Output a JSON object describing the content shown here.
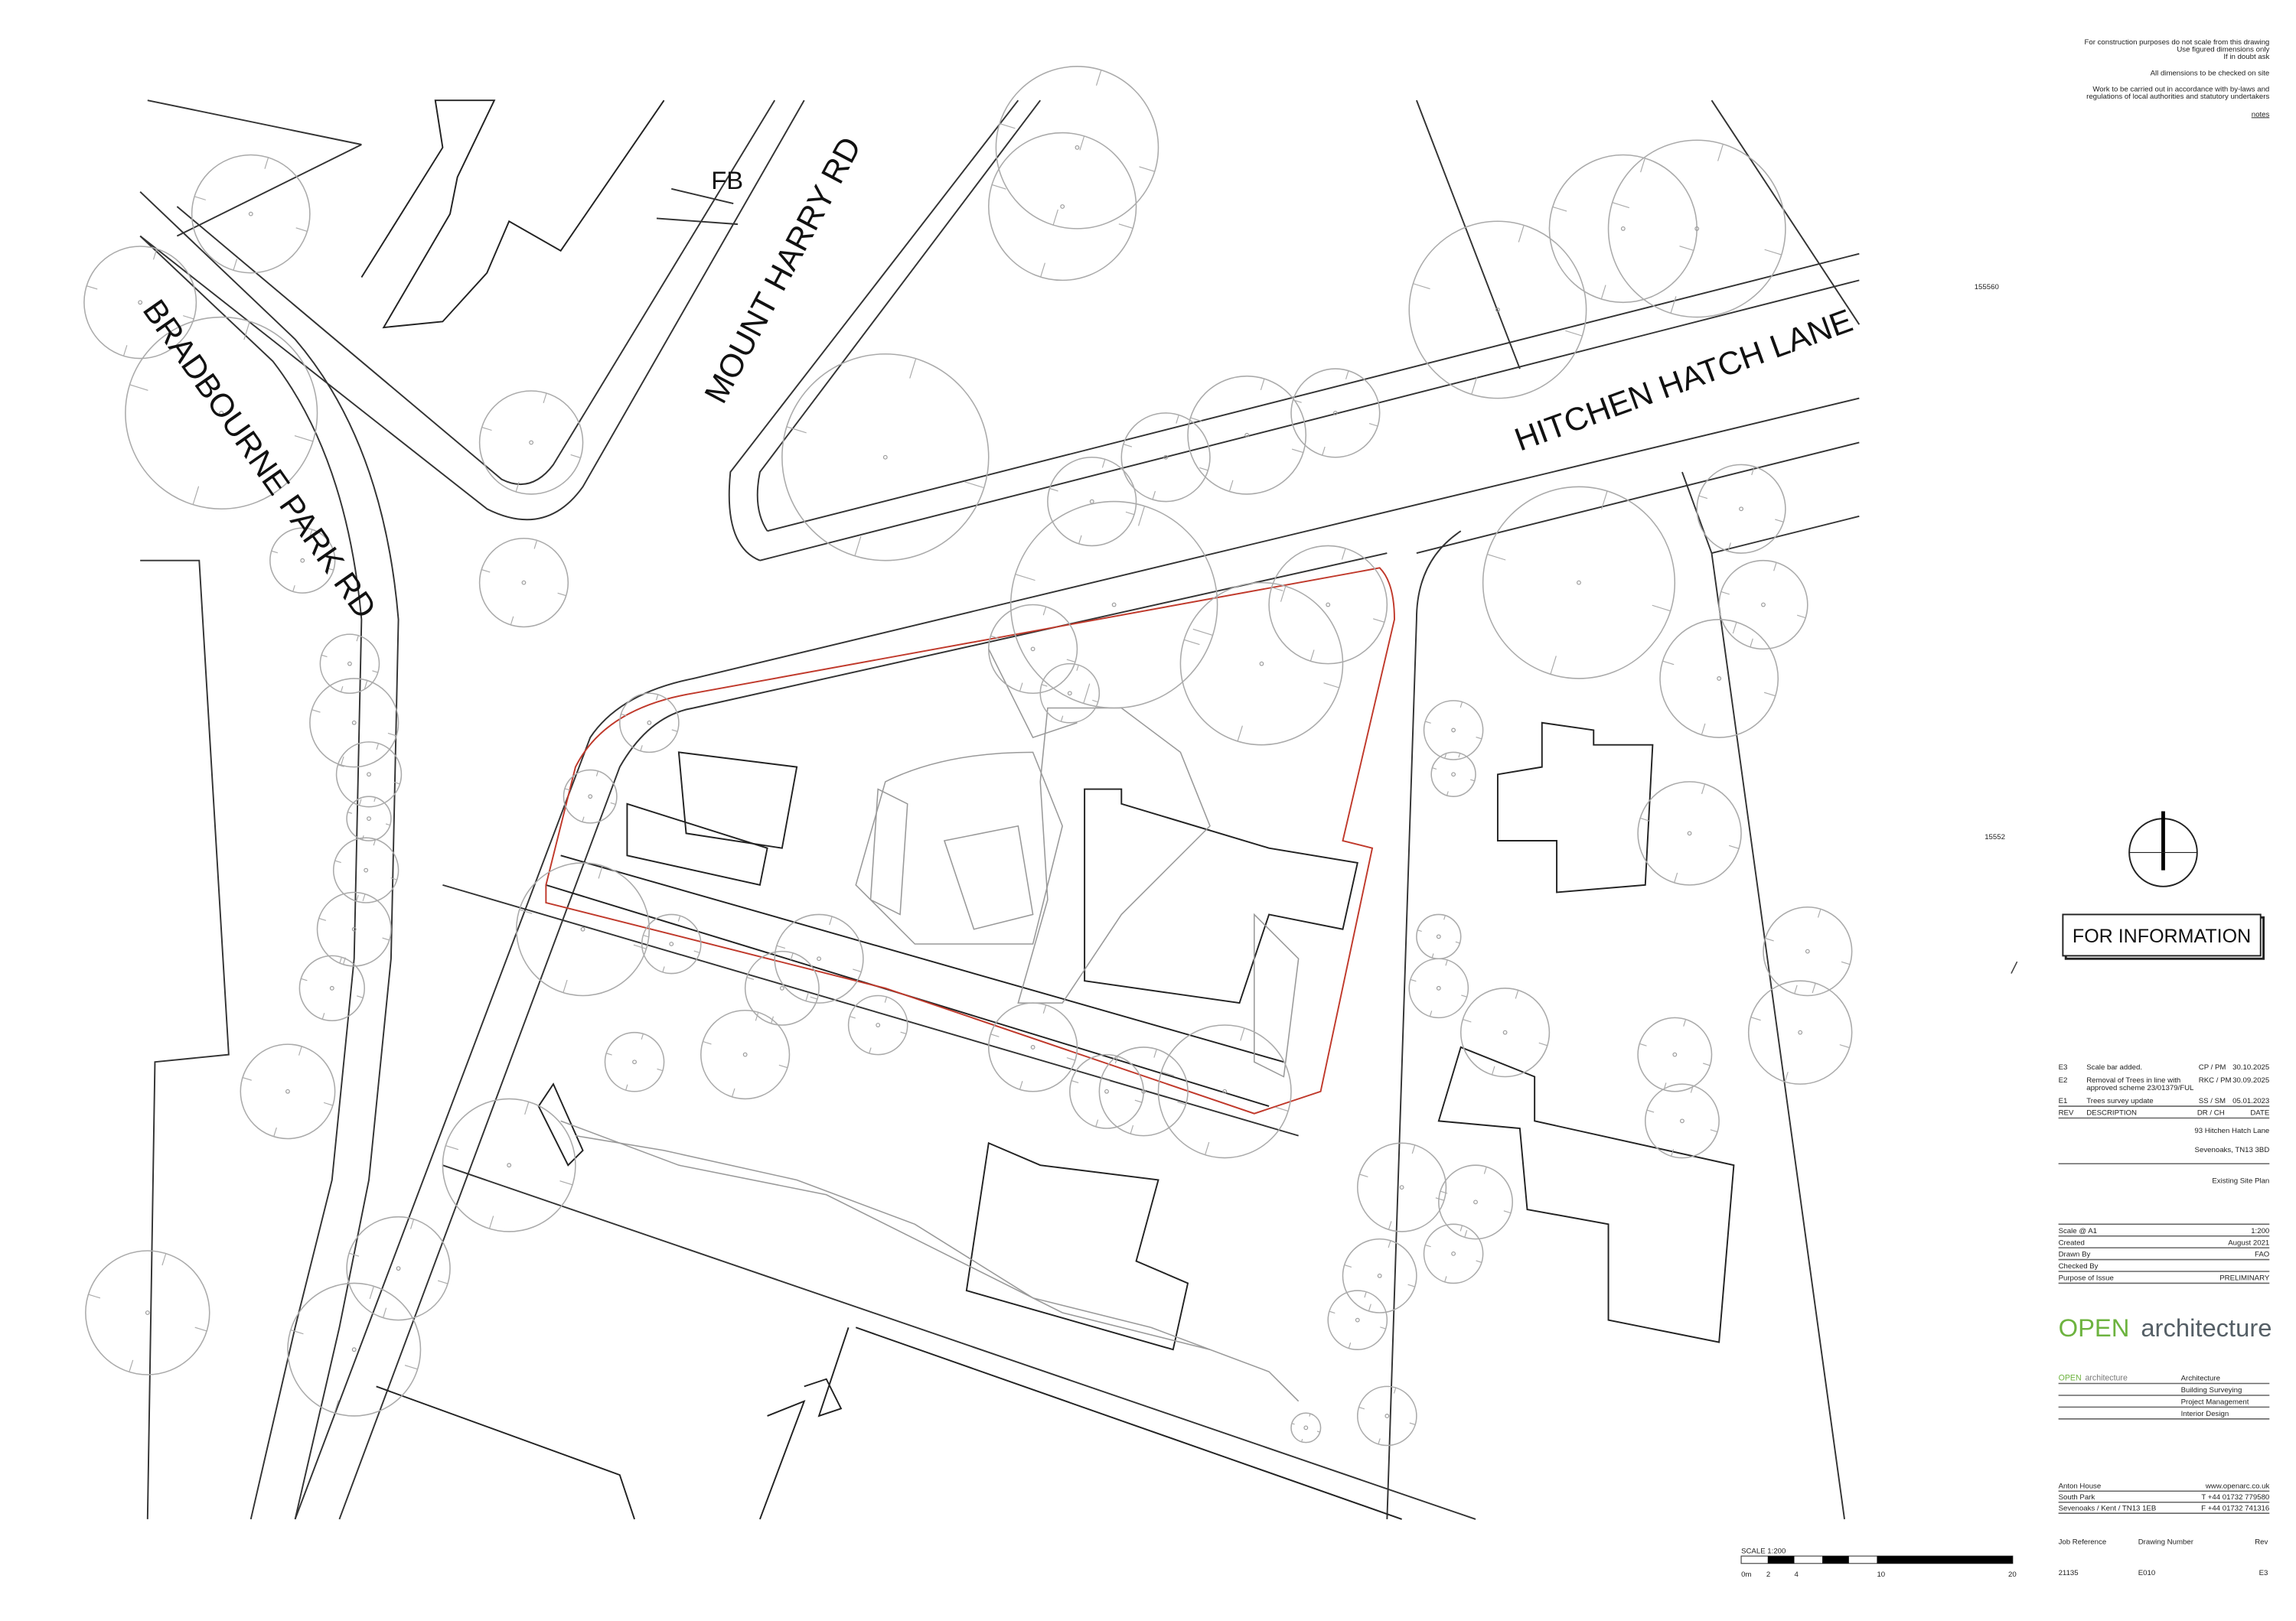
{
  "notes": {
    "lines": [
      "For construction purposes do not scale from this drawing",
      "Use figured dimensions only",
      "If in doubt ask",
      "All dimensions to be checked on site",
      "Work to be carried out in accordance with by-laws and",
      "regulations of local authorities and statutory undertakers"
    ],
    "heading": "notes"
  },
  "map_labels": {
    "road1": "BRADBOURNE PARK RD",
    "road2": "MOUNT HARRY RD",
    "road3": "HITCHEN HATCH LANE",
    "fb": "FB",
    "level1": "155560",
    "level2": "15552"
  },
  "stamp": "FOR INFORMATION",
  "revisions": {
    "rows": [
      {
        "rev": "E3",
        "description": "Scale bar added.",
        "description2": "",
        "drch": "CP / PM",
        "date": "30.10.2025"
      },
      {
        "rev": "E2",
        "description": "Removal of Trees in line with",
        "description2": "approved scheme 23/01379/FUL",
        "drch": "RKC / PM",
        "date": "30.09.2025"
      },
      {
        "rev": "E1",
        "description": "Trees survey update",
        "description2": "",
        "drch": "SS / SM",
        "date": "05.01.2023"
      }
    ],
    "header": {
      "rev": "REV",
      "description": "DESCRIPTION",
      "drch": "DR / CH",
      "date": "DATE"
    }
  },
  "project": {
    "address1": "93 Hitchen Hatch Lane",
    "address2": "Sevenoaks, TN13 3BD",
    "title": "Existing Site Plan"
  },
  "info": [
    {
      "label": "Scale @ A1",
      "value": "1:200"
    },
    {
      "label": "Created",
      "value": "August 2021"
    },
    {
      "label": "Drawn By",
      "value": "FAO"
    },
    {
      "label": "Checked By",
      "value": ""
    },
    {
      "label": "Purpose of Issue",
      "value": "PRELIMINARY"
    }
  ],
  "brand": {
    "open": "OPEN",
    "architecture": "architecture",
    "green": "#6db33f",
    "grey": "#555f66",
    "services": [
      "Architecture",
      "Building Surveying",
      "Project Management",
      "Interior Design"
    ]
  },
  "office": {
    "left": [
      "Anton House",
      "South Park",
      "Sevenoaks / Kent / TN13 1EB"
    ],
    "right": [
      "www.openarc.co.uk",
      "T +44 01732 779580",
      "F +44 01732 741316"
    ]
  },
  "refs": {
    "job_label": "Job Reference",
    "job": "21135",
    "drawing_label": "Drawing Number",
    "drawing": "E010",
    "rev_label": "Rev",
    "rev": "E3"
  },
  "scalebar": {
    "title": "SCALE 1:200",
    "ticks": [
      "0m",
      "2",
      "4",
      "10",
      "20"
    ]
  }
}
